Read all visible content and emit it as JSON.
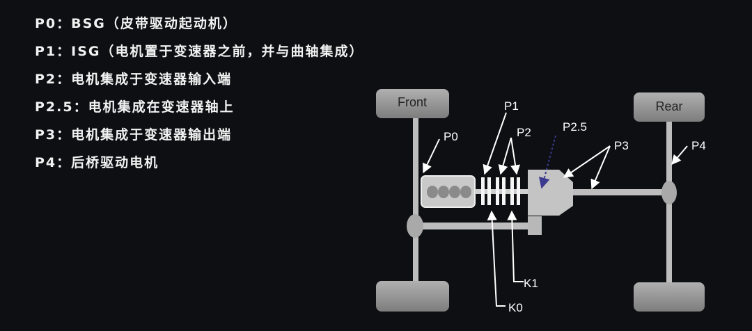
{
  "legend": [
    "P0：BSG（皮带驱动起动机）",
    "P1：ISG（电机置于变速器之前，并与曲轴集成）",
    "P2：电机集成于变速器输入端",
    "P2.5：电机集成在变速器轴上",
    "P3：电机集成于变速器输出端",
    "P4：后桥驱动电机"
  ],
  "diagram": {
    "front_label": "Front",
    "rear_label": "Rear",
    "labels": {
      "p0": "P0",
      "p1": "P1",
      "p2": "P2",
      "p25": "P2.5",
      "p3": "P3",
      "p4": "P4",
      "k0": "K0",
      "k1": "K1"
    }
  },
  "colors": {
    "background": "#0d0f12",
    "text": "#f2f2f2",
    "component": "#c8c8c8",
    "tire": "#9a9a9a"
  }
}
